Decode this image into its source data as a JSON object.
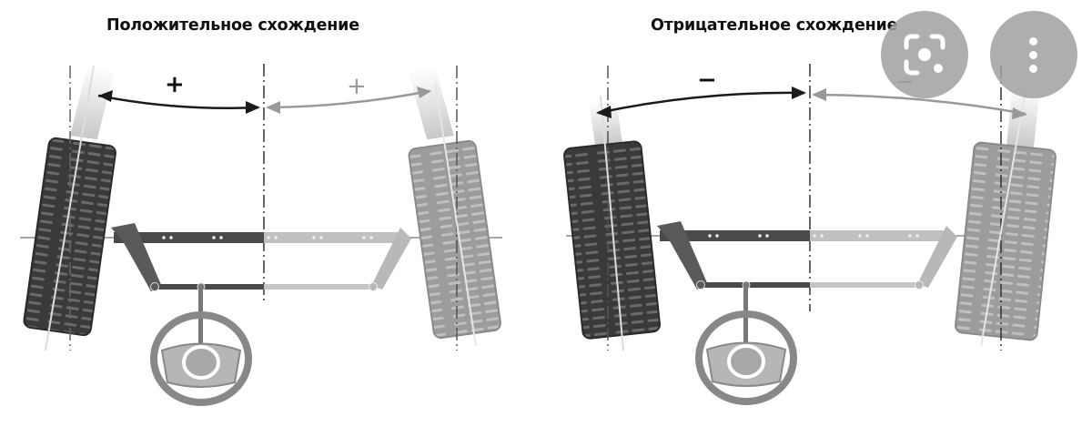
{
  "diagrams": [
    {
      "title": "Положительное схождение",
      "left_sign": "+",
      "right_sign": "+",
      "type": "positive-toe"
    },
    {
      "title": "Отрицательное схождение",
      "left_sign": "−",
      "right_sign": "−",
      "type": "negative-toe"
    }
  ],
  "overlay_buttons": [
    {
      "icon": "lens-search-icon"
    },
    {
      "icon": "more-vertical-icon"
    }
  ],
  "colors": {
    "dark_wheel": "#3a3a3a",
    "light_wheel": "#9a9a9a",
    "dark_link": "#555555",
    "light_link": "#b5b5b5",
    "button_bg": "#a0a0a0"
  }
}
